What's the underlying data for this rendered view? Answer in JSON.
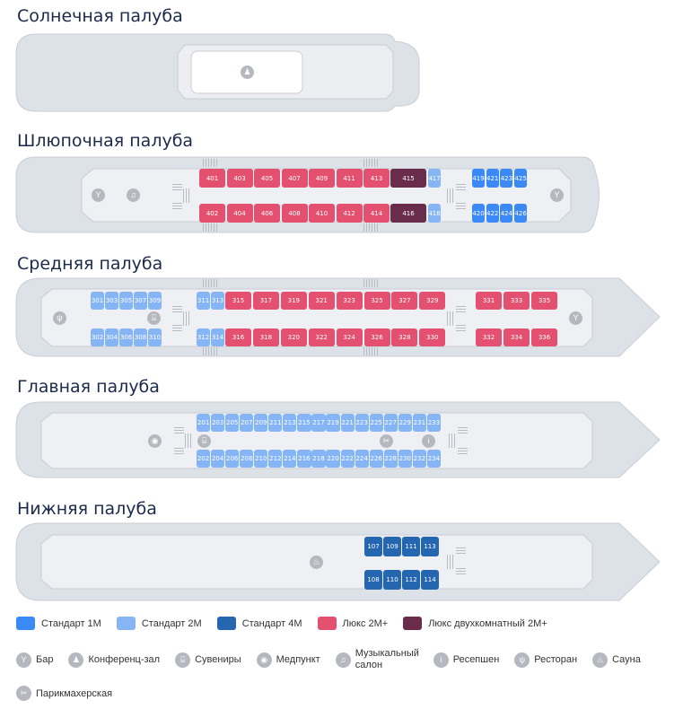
{
  "colors": {
    "std1": "#3b89f5",
    "std2": "#86b5f6",
    "std4": "#2566b1",
    "lux": "#e4506f",
    "lux2": "#692c4a"
  },
  "decks": [
    {
      "title": "Солнечная палуба",
      "groups": []
    },
    {
      "title": "Шлюпочная палуба",
      "groups": [
        {
          "type": "lux",
          "cabins": [
            "401",
            "403",
            "405",
            "407",
            "409",
            "411",
            "413"
          ]
        },
        {
          "type": "lux2",
          "cabins": [
            "415"
          ]
        },
        {
          "type": "std2",
          "cabins": [
            "417"
          ]
        },
        {
          "type": "std1",
          "cabins": [
            "419",
            "421",
            "423",
            "425"
          ]
        },
        {
          "type": "lux",
          "cabins": [
            "402",
            "404",
            "406",
            "408",
            "410",
            "412",
            "414"
          ]
        },
        {
          "type": "lux2",
          "cabins": [
            "416"
          ]
        },
        {
          "type": "std2",
          "cabins": [
            "418"
          ]
        },
        {
          "type": "std1",
          "cabins": [
            "420",
            "422",
            "424",
            "426"
          ]
        }
      ]
    },
    {
      "title": "Средняя палуба",
      "groups": [
        {
          "type": "std2",
          "cabins": [
            "301",
            "303",
            "305",
            "307",
            "309"
          ]
        },
        {
          "type": "std2",
          "cabins": [
            "311",
            "313"
          ]
        },
        {
          "type": "lux",
          "cabins": [
            "315",
            "317",
            "319",
            "321",
            "323",
            "325",
            "327",
            "329"
          ]
        },
        {
          "type": "lux",
          "cabins": [
            "331",
            "333",
            "335"
          ]
        },
        {
          "type": "std2",
          "cabins": [
            "302",
            "304",
            "306",
            "308",
            "310"
          ]
        },
        {
          "type": "std2",
          "cabins": [
            "312",
            "314"
          ]
        },
        {
          "type": "lux",
          "cabins": [
            "316",
            "318",
            "320",
            "322",
            "324",
            "326",
            "328",
            "330"
          ]
        },
        {
          "type": "lux",
          "cabins": [
            "332",
            "334",
            "336"
          ]
        }
      ]
    },
    {
      "title": "Главная палуба",
      "groups": [
        {
          "type": "std2",
          "cabins": [
            "201",
            "203",
            "205",
            "207",
            "209",
            "211",
            "213",
            "215",
            "217",
            "219",
            "221",
            "223",
            "225",
            "227",
            "229",
            "231",
            "233"
          ]
        },
        {
          "type": "std2",
          "cabins": [
            "202",
            "204",
            "206",
            "208",
            "210",
            "212",
            "214",
            "216",
            "218",
            "220",
            "222",
            "224",
            "226",
            "228",
            "230",
            "232",
            "234"
          ]
        }
      ]
    },
    {
      "title": "Нижняя палуба",
      "groups": [
        {
          "type": "std4",
          "cabins": [
            "107",
            "109",
            "111",
            "113"
          ]
        },
        {
          "type": "std4",
          "cabins": [
            "108",
            "110",
            "112",
            "114"
          ]
        }
      ]
    }
  ],
  "legend": {
    "cabins": [
      {
        "type": "std1",
        "label": "Стандарт 1М"
      },
      {
        "type": "std2",
        "label": "Стандарт 2М"
      },
      {
        "type": "std4",
        "label": "Стандарт 4М"
      },
      {
        "type": "lux",
        "label": "Люкс 2М+"
      },
      {
        "type": "lux2",
        "label": "Люкс двухкомнатный 2М+"
      }
    ],
    "facilities": [
      {
        "icon": "bar-icon",
        "glyph": "Y",
        "label": "Бар"
      },
      {
        "icon": "conference-icon",
        "glyph": "♟",
        "label": "Конференц-зал"
      },
      {
        "icon": "gift-icon",
        "glyph": "⌸",
        "label": "Сувениры"
      },
      {
        "icon": "medical-icon",
        "glyph": "◉",
        "label": "Медпункт"
      },
      {
        "icon": "music-icon",
        "glyph": "♫",
        "label": "Музыкальный салон"
      },
      {
        "icon": "info-icon",
        "glyph": "i",
        "label": "Ресепшен"
      },
      {
        "icon": "restaurant-icon",
        "glyph": "ψ",
        "label": "Ресторан"
      },
      {
        "icon": "sauna-icon",
        "glyph": "♨",
        "label": "Сауна"
      },
      {
        "icon": "scissors-icon",
        "glyph": "✂",
        "label": "Парикмахерская"
      }
    ]
  }
}
